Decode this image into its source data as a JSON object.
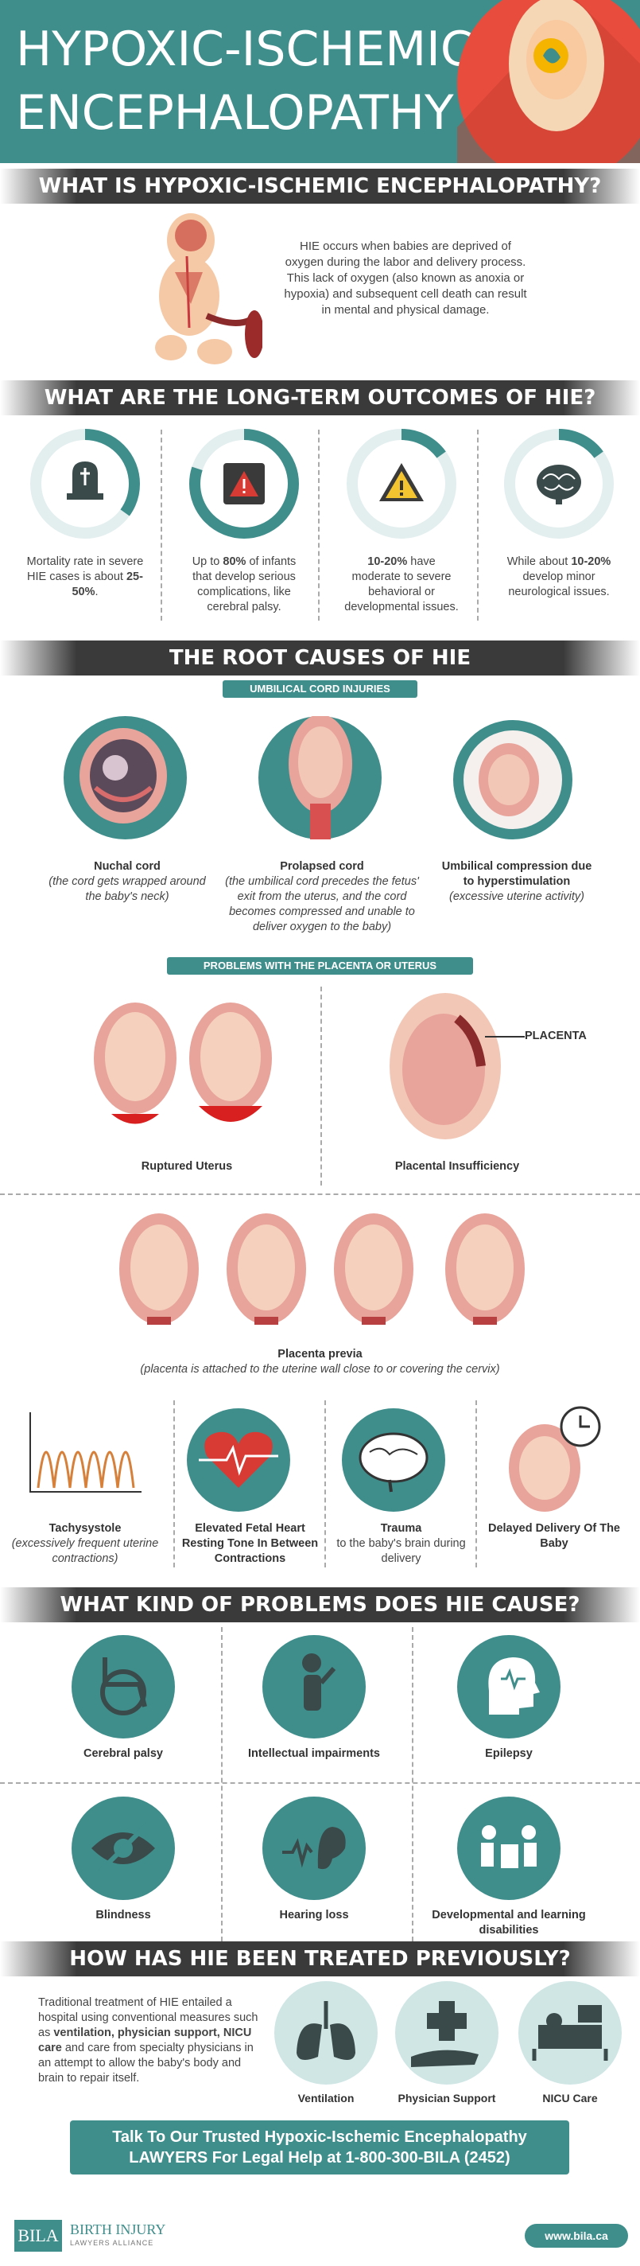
{
  "header": {
    "title_line1": "HYPOXIC-ISCHEMIC",
    "title_line2": "ENCEPHALOPATHY"
  },
  "sec1": {
    "heading": "WHAT IS HYPOXIC-ISCHEMIC ENCEPHALOPATHY?",
    "body": "HIE occurs when babies are deprived of oxygen during the labor and delivery process. This lack of oxygen (also known as anoxia or hypoxia) and subsequent cell death can result in mental and physical damage."
  },
  "sec2": {
    "heading": "WHAT ARE THE LONG-TERM OUTCOMES OF HIE?",
    "items": [
      {
        "icon": "tombstone-icon",
        "pre": "Mortality rate in severe HIE cases is about ",
        "bold": "25-50%",
        "post": ".",
        "pct": 0.35
      },
      {
        "icon": "warning-icon",
        "pre": "Up to ",
        "bold": "80%",
        "post": " of infants that develop serious complications, like cerebral palsy.",
        "pct": 0.8
      },
      {
        "icon": "warning-yellow-icon",
        "pre": "",
        "bold": "10-20%",
        "post": " have moderate to severe behavioral or developmental issues.",
        "pct": 0.15
      },
      {
        "icon": "brain-icon",
        "pre": "While about ",
        "bold": "10-20%",
        "post": " develop minor neurological issues.",
        "pct": 0.15
      }
    ]
  },
  "sec3": {
    "heading": "THE ROOT CAUSES OF HIE",
    "sub1": "UMBILICAL CORD INJURIES",
    "cord": [
      {
        "title": "Nuchal cord",
        "desc": "(the cord gets wrapped around the baby's neck)"
      },
      {
        "title": "Prolapsed cord",
        "desc": "(the umbilical cord precedes the fetus' exit from the uterus, and the cord becomes compressed and unable to deliver oxygen to the baby)"
      },
      {
        "title": "Umbilical compression due to hyperstimulation",
        "desc": "(excessive uterine activity)"
      }
    ],
    "sub2": "PROBLEMS WITH THE PLACENTA OR UTERUS",
    "ruptured": "Ruptured Uterus",
    "placenta_label": "PLACENTA",
    "insufficiency": "Placental Insufficiency",
    "previa_title": "Placenta previa",
    "previa_desc": "(placenta is attached to the uterine wall close to or covering the cervix)",
    "other": [
      {
        "title": "Tachysystole",
        "desc": "(excessively frequent uterine contractions)"
      },
      {
        "title": "Elevated Fetal Heart Resting Tone In Between Contractions",
        "desc": ""
      },
      {
        "title": "Trauma",
        "desc": "to the baby's brain during delivery"
      },
      {
        "title": "Delayed Delivery Of The Baby",
        "desc": ""
      }
    ]
  },
  "sec4": {
    "heading": "WHAT KIND OF PROBLEMS DOES HIE CAUSE?",
    "items": [
      "Cerebral palsy",
      "Intellectual impairments",
      "Epilepsy",
      "Blindness",
      "Hearing loss",
      "Developmental and learning disabilities"
    ]
  },
  "sec5": {
    "heading": "HOW HAS HIE BEEN TREATED PREVIOUSLY?",
    "body_pre": "Traditional treatment of HIE entailed a hospital using conventional measures such as ",
    "bold1": "ventilation, physician support, NICU care",
    "body_post": " and care from specialty physicians in an attempt to allow the baby's body and brain to repair itself.",
    "items": [
      "Ventilation",
      "Physician Support",
      "NICU Care"
    ]
  },
  "cta": {
    "line1": "Talk To Our Trusted Hypoxic-Ischemic Encephalopathy",
    "line2": "LAWYERS For Legal Help at 1-800-300-BILA (2452)"
  },
  "footer": {
    "logo": "BILA",
    "brand": "BIRTH INJURY",
    "brand_sub": "LAWYERS ALLIANCE",
    "url": "www.bila.ca"
  },
  "colors": {
    "teal": "#3f8e8c",
    "dark": "#3a3a3a",
    "red": "#d83a34"
  }
}
